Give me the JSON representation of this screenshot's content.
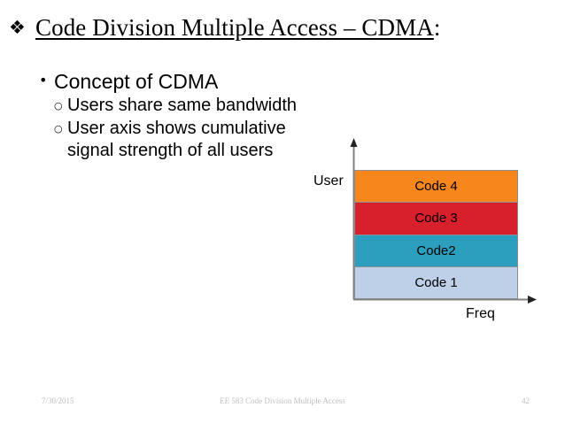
{
  "slide": {
    "title": {
      "bullet_icon": "four-diamond-bullet",
      "bullet_glyph": "❖",
      "underlined_part": "Code Division Multiple Access – CDMA",
      "trailing_part": ":",
      "full_text": "Code Division Multiple Access – CDMA:"
    },
    "bullets": [
      {
        "level": 1,
        "marker": "•",
        "marker_icon": "filled-round-bullet",
        "text": "Concept of CDMA",
        "children": [
          {
            "level": 2,
            "marker": "○",
            "marker_icon": "hollow-circle-bullet",
            "text": "Users share same bandwidth"
          },
          {
            "level": 2,
            "marker": "○",
            "marker_icon": "hollow-circle-bullet",
            "text": "User axis shows cumulative signal strength of all users"
          }
        ]
      }
    ],
    "footer": {
      "date": "7/30/2015",
      "center": "EE 583 Code Division Multiple Access",
      "page": "42"
    }
  },
  "chart_data": {
    "type": "bar",
    "orientation": "stacked-horizontal-bands",
    "title": "",
    "xlabel": "Freq",
    "ylabel": "User",
    "grid": false,
    "legend": "none",
    "categories": [
      "Code 1",
      "Code2",
      "Code 3",
      "Code 4"
    ],
    "values": [
      1,
      1,
      1,
      1
    ],
    "bands_top_to_bottom": [
      {
        "label": "Code 4",
        "color": "#F7861C",
        "text_color": "#000000"
      },
      {
        "label": "Code 3",
        "color": "#D8202C",
        "text_color": "#000000"
      },
      {
        "label": "Code2",
        "color": "#2C9EBE",
        "text_color": "#000000"
      },
      {
        "label": "Code 1",
        "color": "#BDD0E8",
        "text_color": "#000000"
      }
    ],
    "axis_color": "#808080",
    "band_outline_color": "#8C8F93",
    "axis_arrows": true,
    "notes": "Each code occupies the full frequency band; stacking on the User axis shows cumulative signal strength."
  }
}
